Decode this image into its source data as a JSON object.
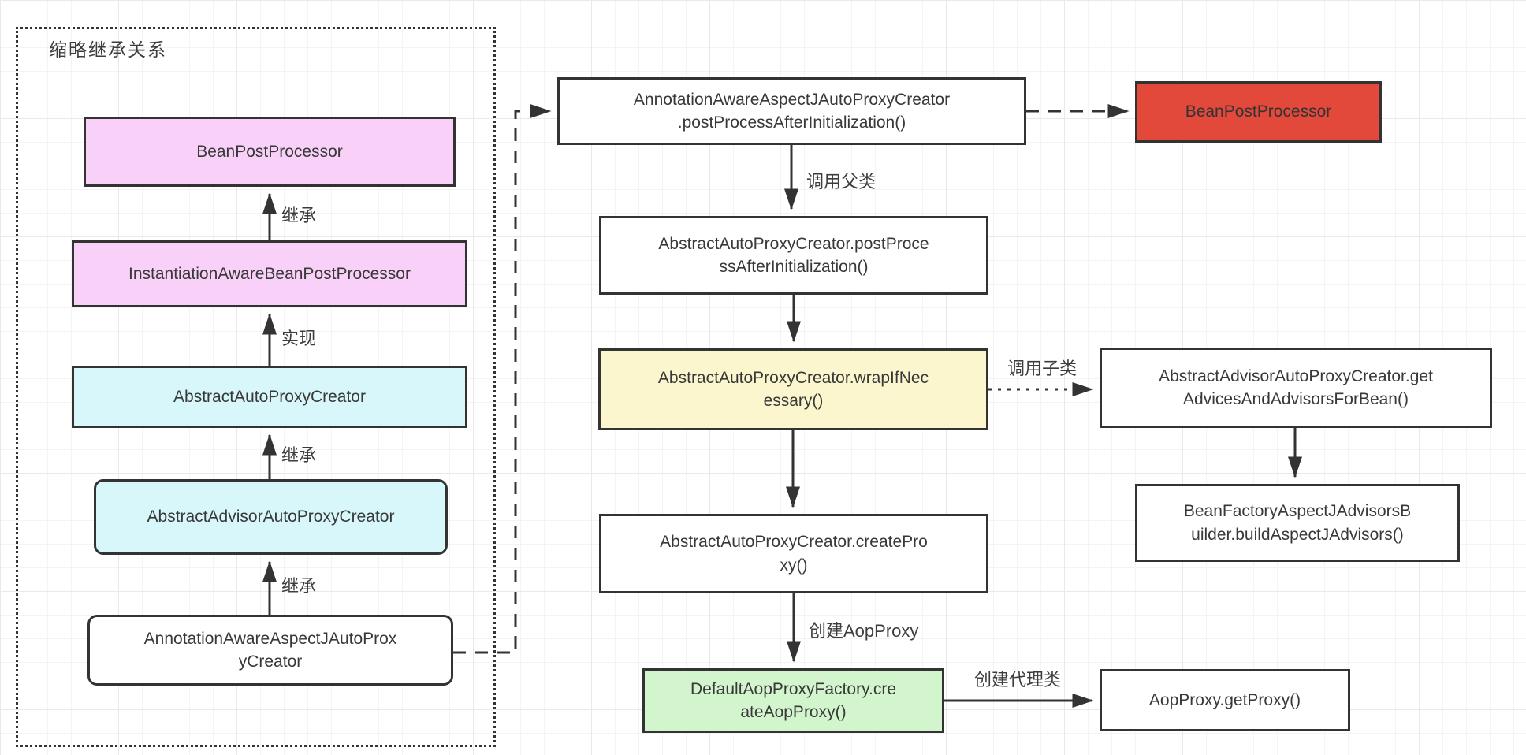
{
  "left_panel": {
    "title": "缩略继承关系",
    "nodes": [
      {
        "id": "bean-post-processor",
        "label": "BeanPostProcessor",
        "color": "#f8d0f8"
      },
      {
        "id": "instantiation-aware-bean-post-processor",
        "label": "InstantiationAwareBeanPostProcessor",
        "color": "#f8d0f8"
      },
      {
        "id": "abstract-auto-proxy-creator",
        "label": "AbstractAutoProxyCreator",
        "color": "#d8f7fa"
      },
      {
        "id": "abstract-advisor-auto-proxy-creator",
        "label": "AbstractAdvisorAutoProxyCreator",
        "color": "#d8f7fa"
      },
      {
        "id": "annotation-aware-aspectj-auto-proxy-creator",
        "label": "AnnotationAwareAspectJAutoProx\nyCreator",
        "color": "#ffffff"
      }
    ],
    "edge_labels": [
      {
        "label": "继承"
      },
      {
        "label": "实现"
      },
      {
        "label": "继承"
      },
      {
        "label": "继承"
      }
    ]
  },
  "flow": {
    "nodes": [
      {
        "id": "annotation-post-process-after-initialization",
        "label": "AnnotationAwareAspectJAutoProxyCreator\n.postProcessAfterInitialization()",
        "color": "#ffffff"
      },
      {
        "id": "bean-post-processor-red",
        "label": "BeanPostProcessor",
        "color": "#e2493b"
      },
      {
        "id": "abstract-post-process-after-initialization",
        "label": "AbstractAutoProxyCreator.postProce\nssAfterInitialization()",
        "color": "#ffffff"
      },
      {
        "id": "wrap-if-necessary",
        "label": "AbstractAutoProxyCreator.wrapIfNec\nessary()",
        "color": "#fbf6cd"
      },
      {
        "id": "get-advices-and-advisors-for-bean",
        "label": "AbstractAdvisorAutoProxyCreator.get\nAdvicesAndAdvisorsForBean()",
        "color": "#ffffff"
      },
      {
        "id": "build-aspectj-advisors",
        "label": "BeanFactoryAspectJAdvisorsB\nuilder.buildAspectJAdvisors()",
        "color": "#ffffff"
      },
      {
        "id": "create-proxy",
        "label": "AbstractAutoProxyCreator.createPro\nxy()",
        "color": "#ffffff"
      },
      {
        "id": "create-aop-proxy",
        "label": "DefaultAopProxyFactory.cre\nateAopProxy()",
        "color": "#d3f5cd"
      },
      {
        "id": "aop-proxy-get-proxy",
        "label": "AopProxy.getProxy()",
        "color": "#ffffff"
      }
    ],
    "edge_labels": {
      "call_parent": "调用父类",
      "call_child": "调用子类",
      "create_aop_proxy": "创建AopProxy",
      "create_proxy_class": "创建代理类"
    }
  },
  "colors": {
    "stroke": "#333333",
    "grid_minor": "#f4f4f4",
    "grid_major": "#e9e9e9",
    "node_pink": "#f8d0f8",
    "node_cyan": "#d8f7fa",
    "node_yellow": "#fbf6cd",
    "node_green": "#d3f5cd",
    "node_red": "#e2493b",
    "node_white": "#ffffff"
  }
}
